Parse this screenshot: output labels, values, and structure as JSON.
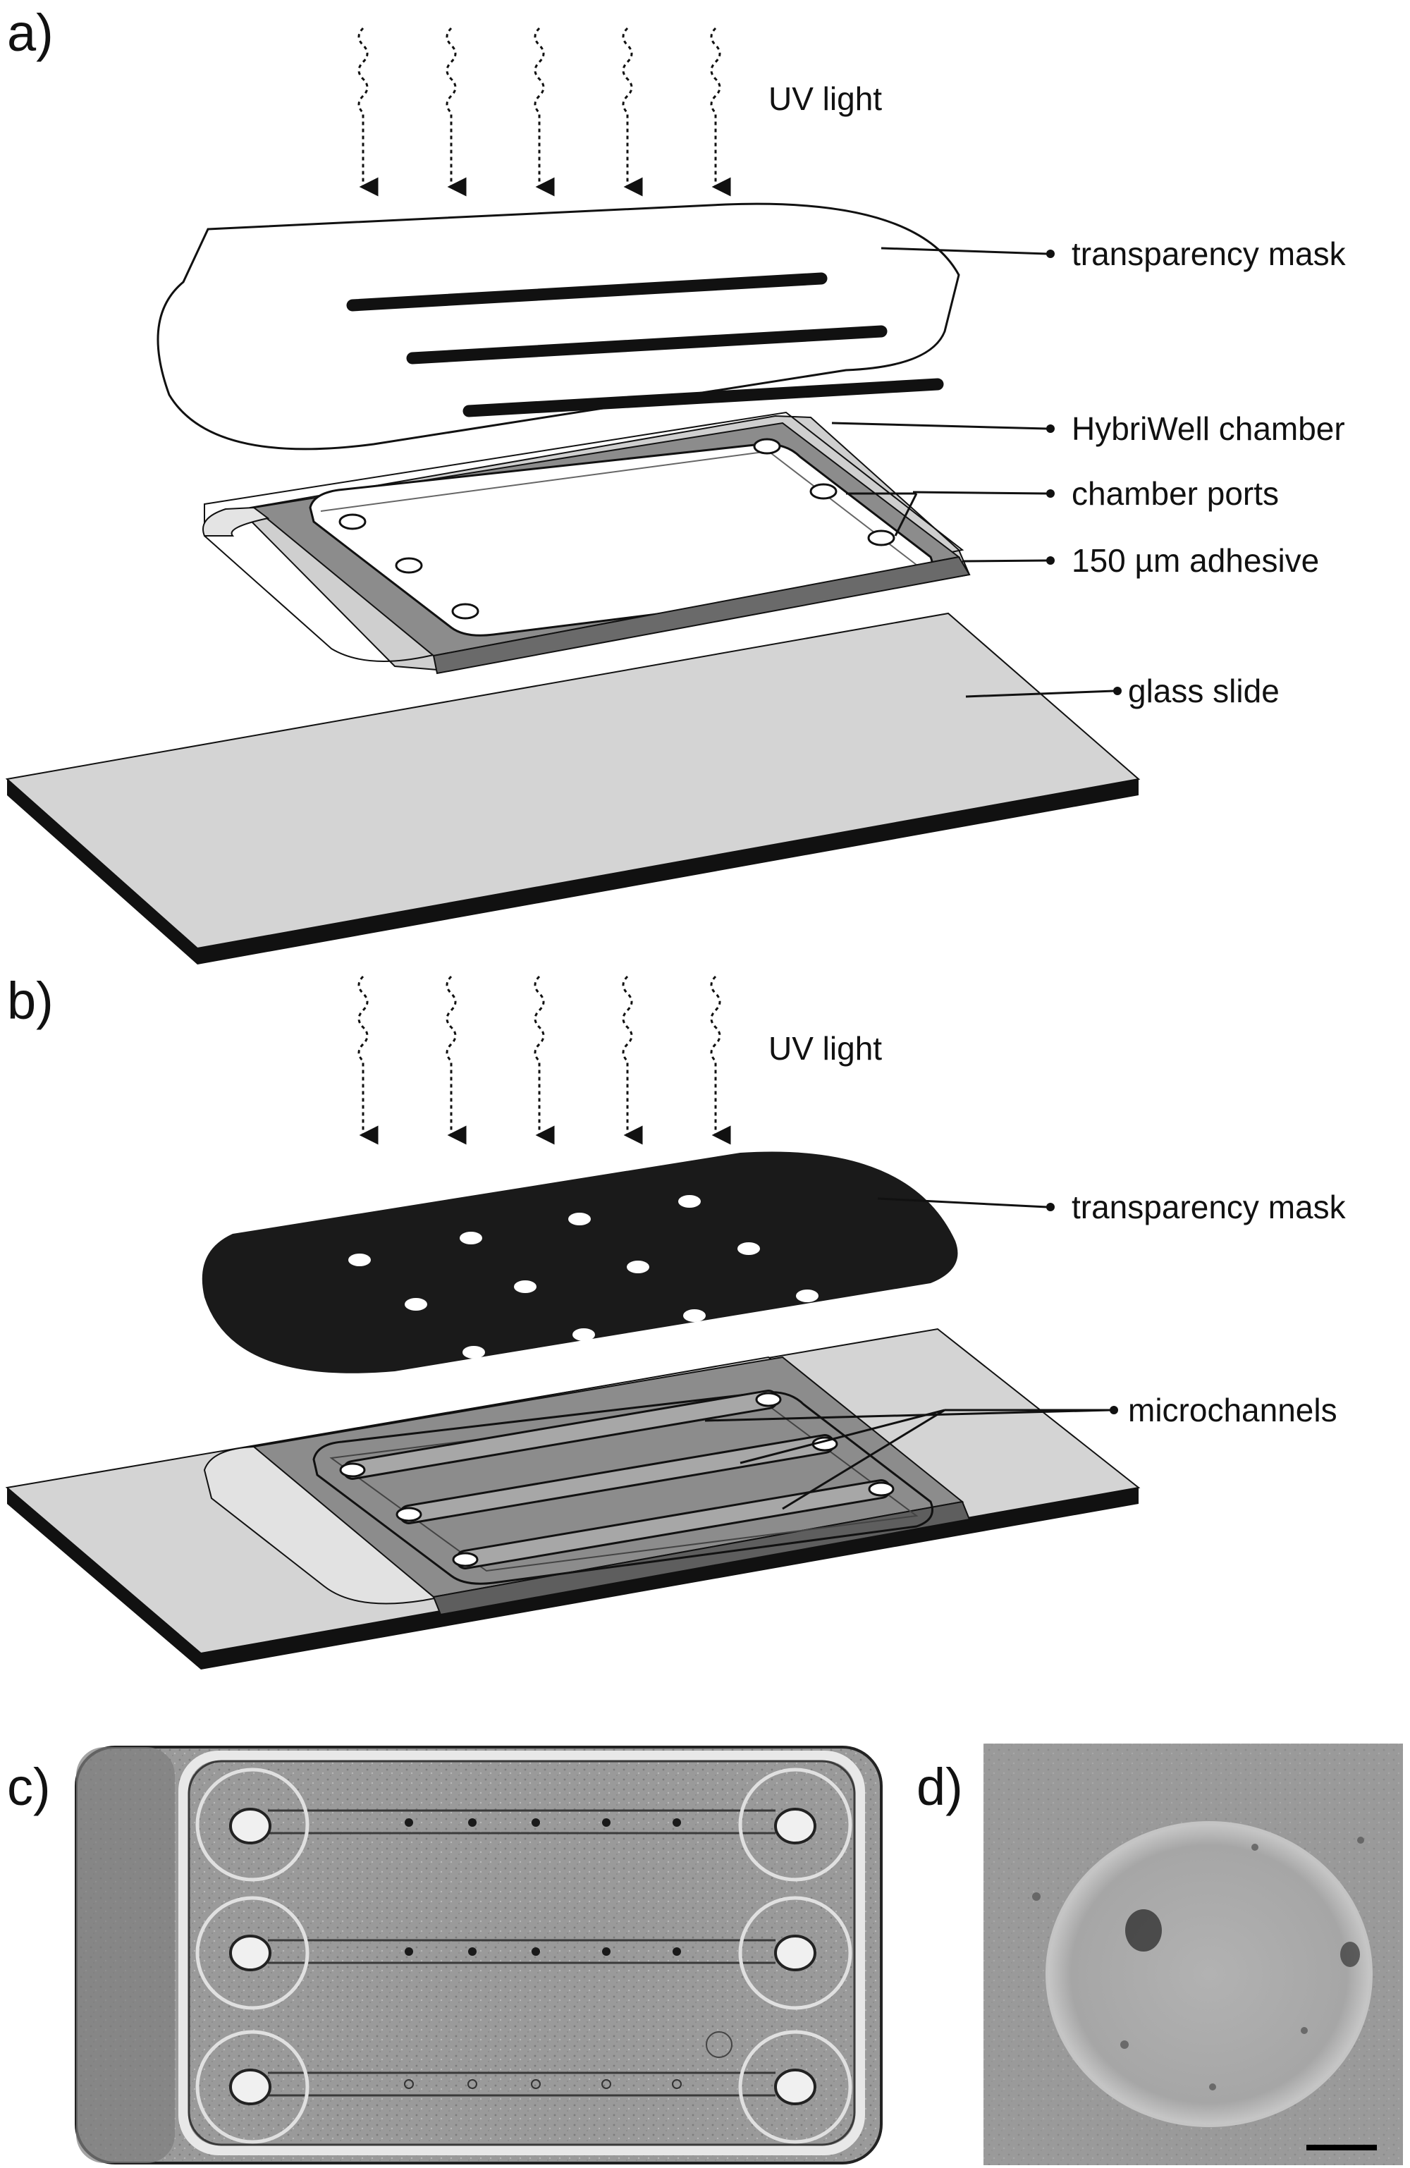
{
  "panels": {
    "a": {
      "letter": "a)",
      "uv_label": "UV light",
      "labels": {
        "mask": "transparency mask",
        "chamber": "HybriWell chamber",
        "ports": "chamber ports",
        "adhesive": "150 µm adhesive",
        "glass": "glass slide"
      }
    },
    "b": {
      "letter": "b)",
      "uv_label": "UV light",
      "labels": {
        "mask": "transparency mask",
        "channels": "microchannels"
      }
    },
    "c": {
      "letter": "c)"
    },
    "d": {
      "letter": "d)"
    }
  },
  "colors": {
    "ink": "#111111",
    "glass": "#d4d4d4",
    "chamber_gray": "#8c8c8c",
    "channel_fill": "#a7a7a7",
    "micrograph_bg": "#9a9a9a"
  }
}
